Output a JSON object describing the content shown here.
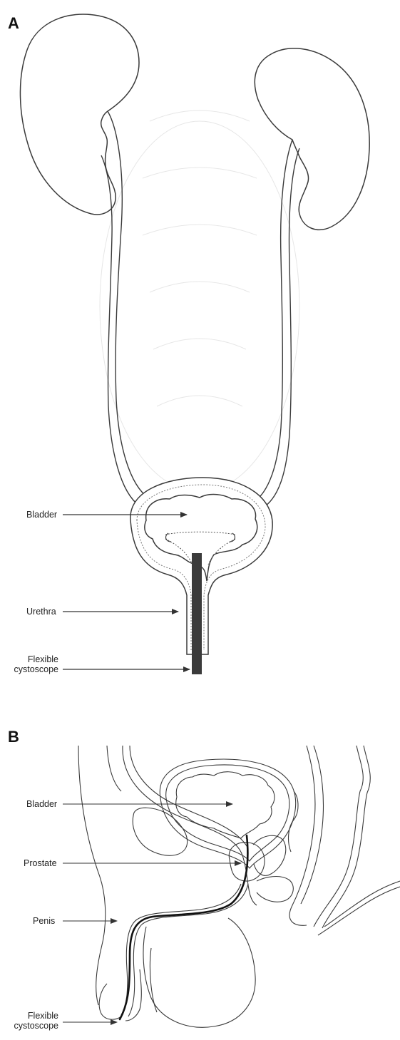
{
  "panel_a": {
    "letter": "A",
    "labels": {
      "bladder": "Bladder",
      "urethra": "Urethra",
      "flexible": "Flexible",
      "cystoscope": "cystoscope"
    }
  },
  "panel_b": {
    "letter": "B",
    "labels": {
      "bladder": "Bladder",
      "prostate": "Prostate",
      "penis": "Penis",
      "flexible": "Flexible",
      "cystoscope": "cystoscope"
    }
  },
  "colors": {
    "outline": "#3a3a3a",
    "scope": "#3b3b3b",
    "background": "#ffffff"
  },
  "icons": [
    "arrow-right"
  ]
}
